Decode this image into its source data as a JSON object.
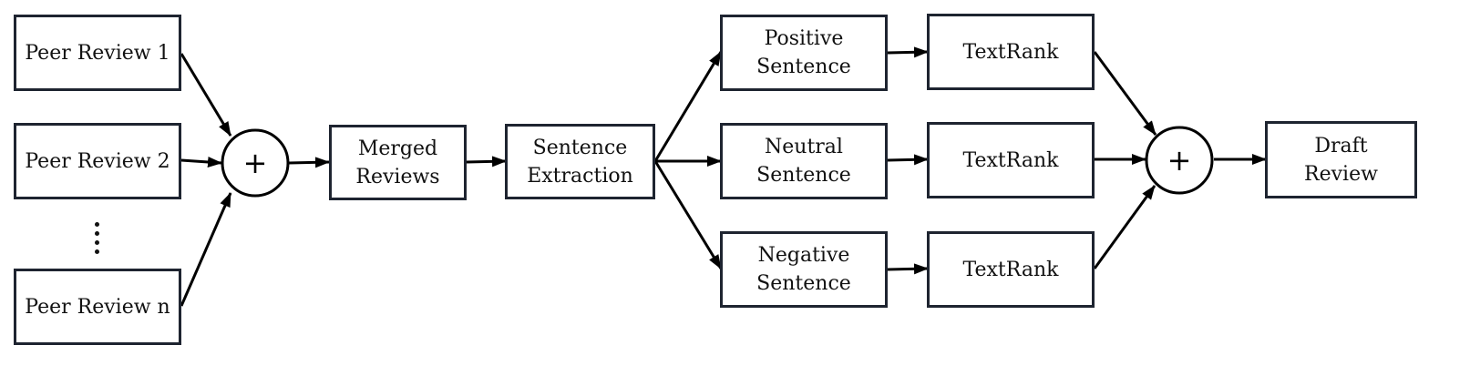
{
  "inputs": {
    "review_1": "Peer Review 1",
    "review_2": "Peer Review 2",
    "review_n": "Peer Review n"
  },
  "merge_symbol": "+",
  "merged": "Merged\nReviews",
  "extraction": "Sentence\nExtraction",
  "branches": {
    "positive": "Positive\nSentence",
    "neutral": "Neutral\nSentence",
    "negative": "Negative\nSentence"
  },
  "rank": {
    "top": "TextRank",
    "middle": "TextRank",
    "bottom": "TextRank"
  },
  "combine_symbol": "+",
  "output": "Draft\nReview",
  "colors": {
    "border": "#1e2430",
    "arrow": "#000000"
  }
}
